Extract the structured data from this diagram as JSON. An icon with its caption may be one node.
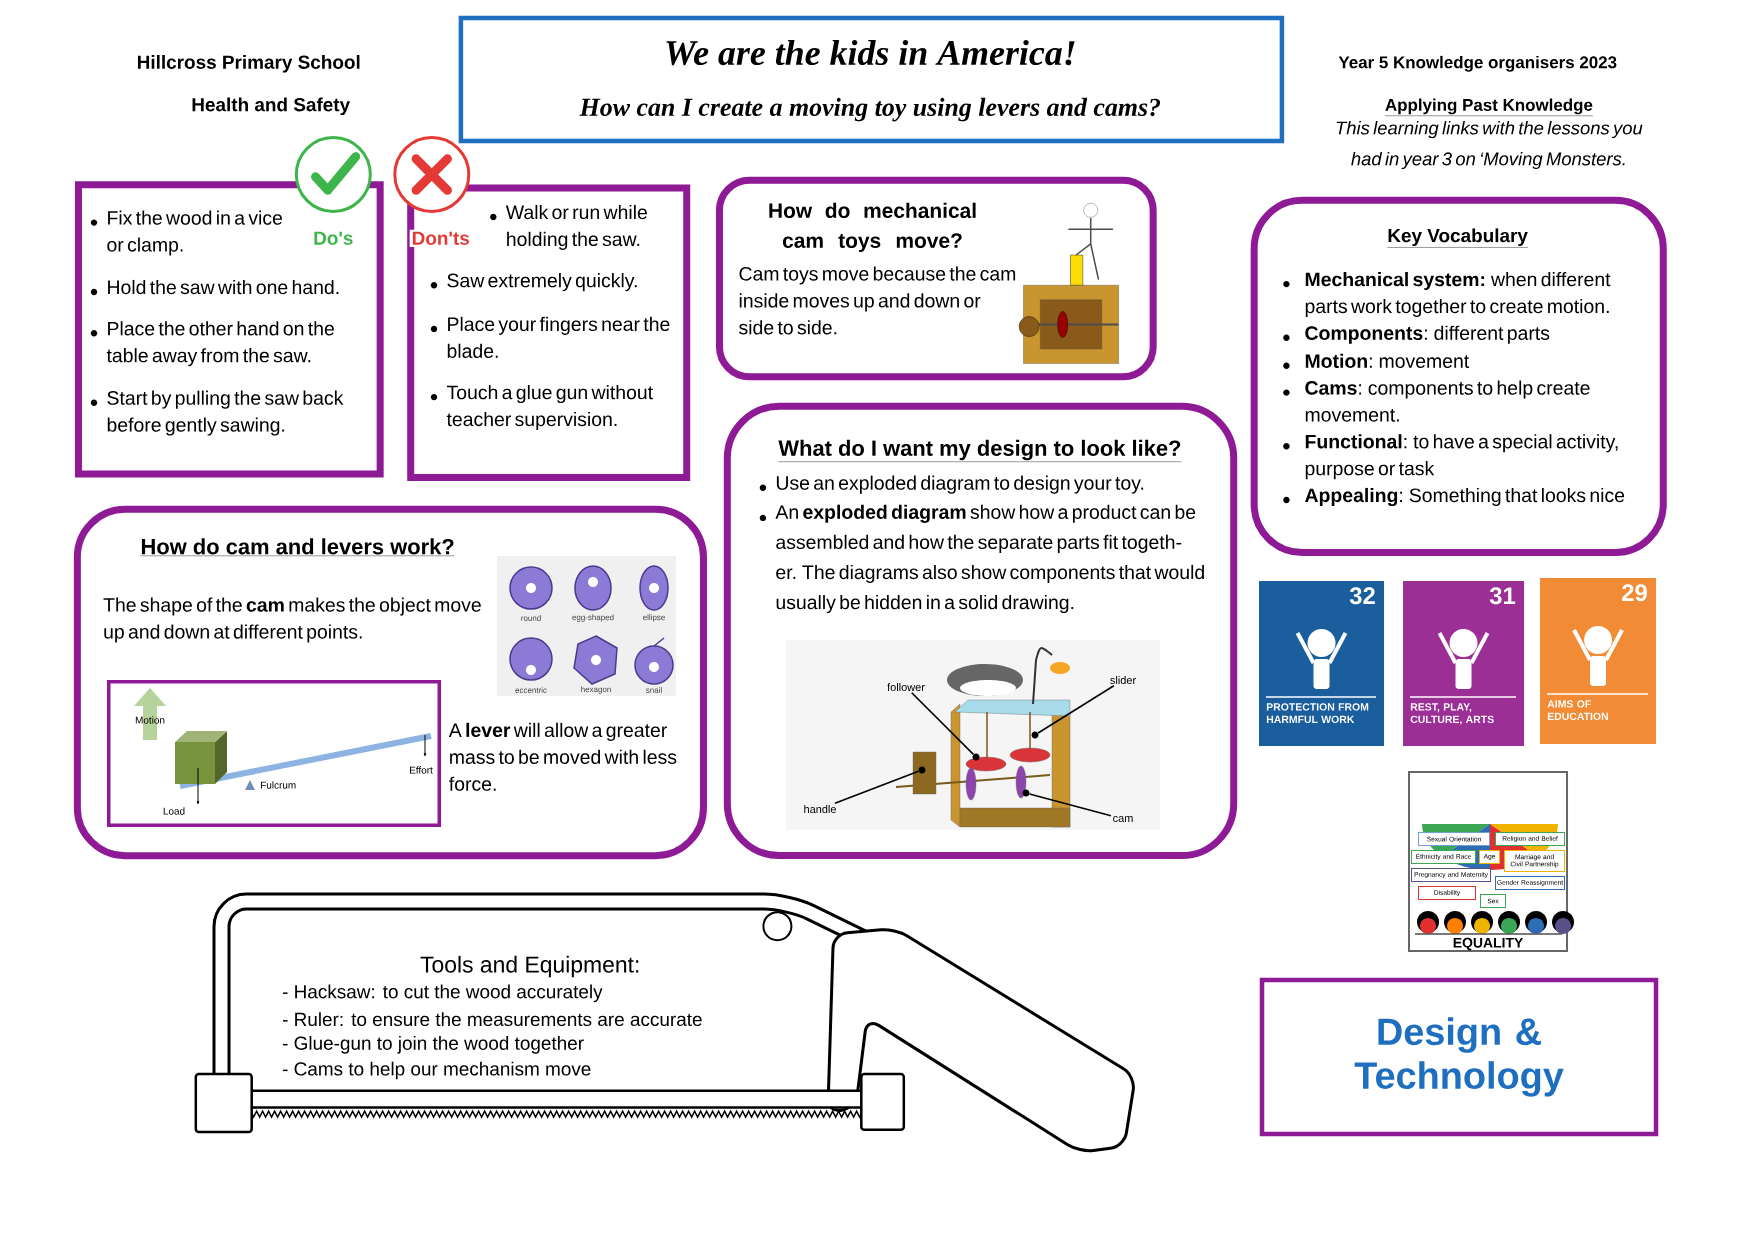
{
  "diagram": {
    "nodes": [
      {
        "text": [
          "We are the kids in America!",
          "How can I create a moving toy using levers and cams?"
        ]
      },
      {
        "text": [
          "Fix the wood in a vice or clamp.",
          "Hold the saw with one hand.",
          "Place the other hand on the table away from the saw.",
          "Start by pulling the saw back before gently sawing."
        ]
      },
      {
        "text": [
          "Walk or run while holding the saw.",
          "Saw extremely quickly.",
          "Place your fingers near the blade.",
          "Touch a glue gun without teacher supervision."
        ]
      },
      {
        "text": [
          "How do mechanical cam toys move?",
          "Cam toys move because the cam inside moves up and down or side to side."
        ]
      },
      {
        "text": [
          "Key Vocabulary",
          "**Mechanical system:** when different parts work together to create motion.",
          "**Components**: different parts",
          "**Motion**: movement",
          "**Cams**: components to help create movement.",
          "**Functional**: to have a special activity, purpose or task",
          "**Appealing**: Something that looks nice"
        ]
      },
      {
        "text": [
          "How do cam and levers work?",
          "The shape of the **cam** makes the object move up and down at different points.",
          "A **lever** will allow a  greater mass to be moved with less force."
        ]
      },
      {
        "text": [
          "round",
          "egg-shaped",
          "ellipse",
          "eccentric",
          "hexagon",
          "snail"
        ],
        "in": 5
      },
      {
        "text": [
          "Motion",
          "Load",
          "Fulcrum",
          "Effort"
        ],
        "in": 5
      },
      {
        "text": [
          "What do I want my design to look like?",
          "Use an exploded diagram to design your toy.",
          "An **exploded diagram** show how a product can be assembled and how the separate parts fit togeth-er. The diagrams also show components that would usually be hidden in a solid drawing."
        ]
      },
      {
        "text": [],
        "shape": "picture",
        "in": 8
      },
      {
        "text": [
          "follower"
        ],
        "in": 9
      },
      {
        "text": [
          "slider"
        ],
        "in": 9
      },
      {
        "text": [
          "handle"
        ],
        "in": 9
      },
      {
        "text": [
          "cam"
        ],
        "in": 9
      },
      {
        "text": [
          "32",
          "PROTECTION FROM HARMFUL WORK"
        ]
      },
      {
        "text": [
          "31",
          "REST, PLAY, CULTURE, ARTS"
        ]
      },
      {
        "text": [
          "29",
          "AIMS OF EDUCATION"
        ]
      },
      {
        "text": [
          "EQUALITY"
        ]
      },
      {
        "text": [
          "Sexual Orientation"
        ],
        "in": 17
      },
      {
        "text": [
          "Ethnicity and Race"
        ],
        "in": 17
      },
      {
        "text": [
          "Age"
        ],
        "in": 17
      },
      {
        "text": [
          "Religion and Belief"
        ],
        "in": 17
      },
      {
        "text": [
          "Marriage and Civil Partnership"
        ],
        "in": 17
      },
      {
        "text": [
          "Pregnancy and Maternity"
        ],
        "in": 17
      },
      {
        "text": [
          "Disability"
        ],
        "in": 17
      },
      {
        "text": [
          "Gender Reassignment"
        ],
        "in": 17
      },
      {
        "text": [
          "Sex"
        ],
        "in": 17
      },
      {
        "text": [
          "Design & Technology"
        ]
      },
      {
        "text": [],
        "shape": "circle",
        "in": 9
      },
      {
        "text": [],
        "shape": "circle",
        "in": 9
      },
      {
        "text": [],
        "shape": "circle",
        "in": 9
      },
      {
        "text": [],
        "shape": "circle",
        "in": 9
      }
    ],
    "edges": [
      {
        "from": 10,
        "to": 29,
        "arrow": "none"
      },
      {
        "from": 11,
        "to": 31,
        "arrow": "none"
      },
      {
        "from": 12,
        "to": 28,
        "arrow": "none"
      },
      {
        "from": 13,
        "to": 30,
        "arrow": "none"
      }
    ],
    "labels": [
      "Hillcross Primary School",
      "Health and Safety",
      "Do's",
      "Don'ts",
      "Year 5  Knowledge organisers 2023",
      "Applying Past Knowledge",
      "This learning links with the lessons you had in year 3  on ‘Moving Monsters.",
      "Tools and Equipment:",
      "- Hacksaw: to cut the wood accurately",
      "- Ruler: to ensure the measurements are accurate",
      "- Glue-gun to join the wood together",
      "- Cams to help our mechanism move"
    ]
  }
}
